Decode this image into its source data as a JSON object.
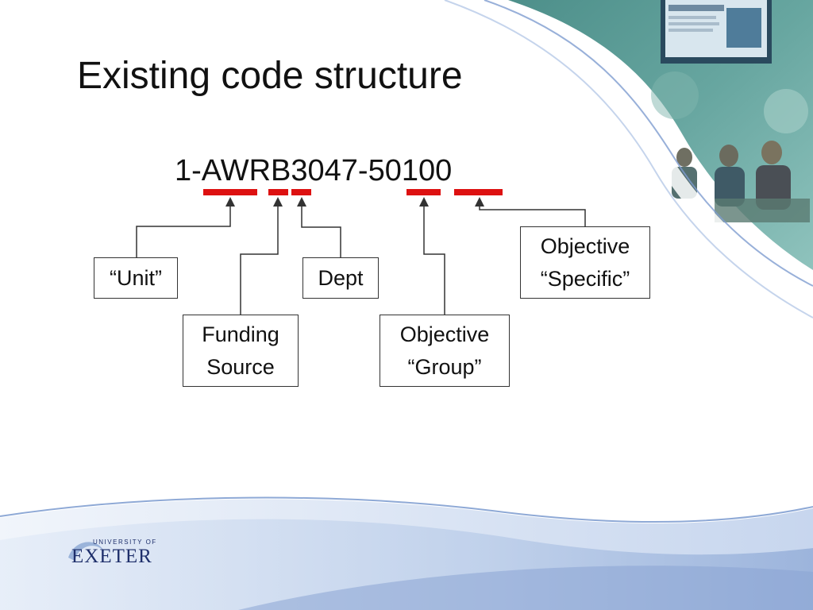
{
  "slide": {
    "title": "Existing code structure",
    "code": "1-AWRB3047-50100"
  },
  "boxes": {
    "unit": [
      "“Unit”"
    ],
    "funding_source": [
      "Funding",
      "Source"
    ],
    "dept": [
      "Dept"
    ],
    "objective_group": [
      "Objective",
      "“Group”"
    ],
    "objective_specific": [
      "Objective",
      "“Specific”"
    ]
  },
  "logo": {
    "small": "UNIVERSITY OF",
    "big": "EXETER"
  },
  "colors": {
    "underline": "#dd1111",
    "connector": "#333333",
    "wave": "#9fb6dd",
    "logo": "#1e2f6b"
  }
}
